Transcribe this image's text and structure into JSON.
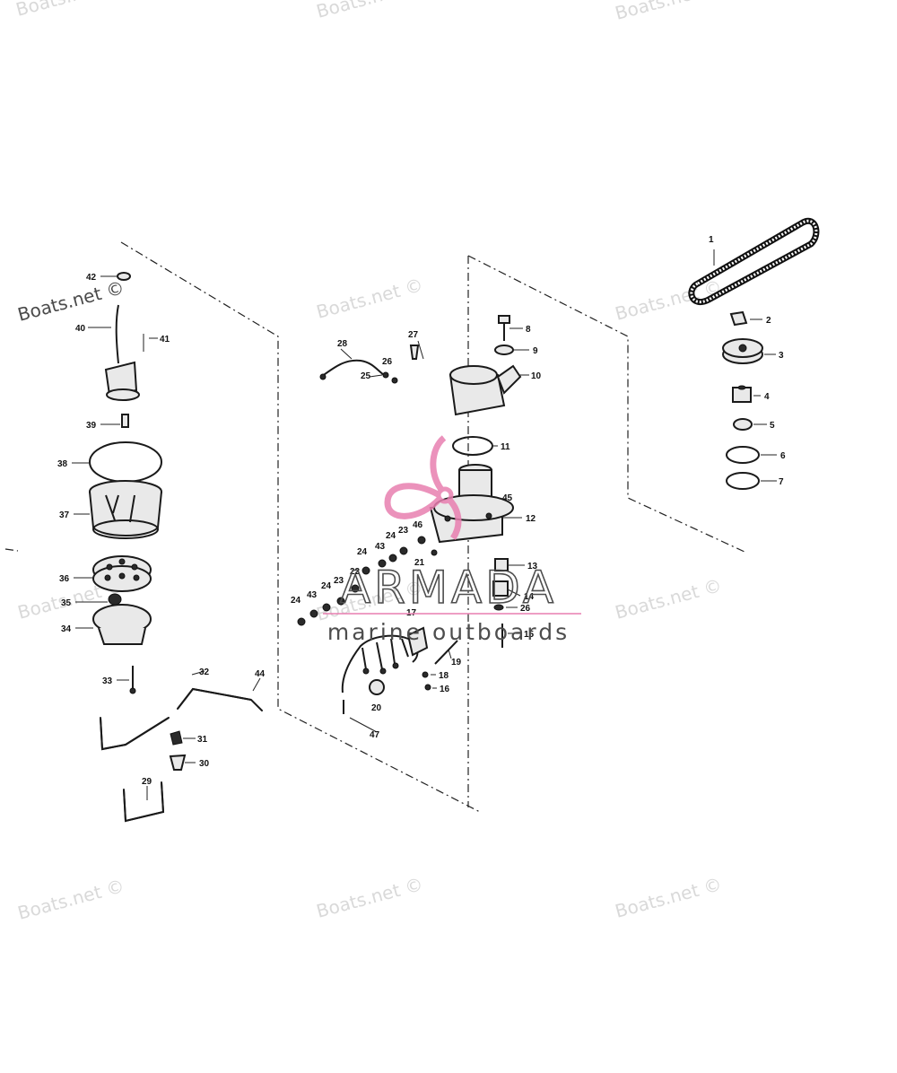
{
  "watermark": {
    "text": "Boats.net ©",
    "color": "#d9d9d9",
    "strong_color": "#4a4a4a"
  },
  "logo": {
    "brand": "ARMADA",
    "tagline": "marine outboards",
    "brand_color": "#4d4d4d",
    "accent_color": "#e87fb0"
  },
  "callouts": [
    "1",
    "2",
    "3",
    "4",
    "5",
    "6",
    "7",
    "8",
    "9",
    "10",
    "11",
    "12",
    "13",
    "14",
    "15",
    "16",
    "17",
    "18",
    "19",
    "20",
    "21",
    "22",
    "23",
    "23",
    "24",
    "24",
    "24",
    "24",
    "25",
    "26",
    "26",
    "27",
    "28",
    "29",
    "30",
    "31",
    "32",
    "33",
    "34",
    "35",
    "36",
    "37",
    "38",
    "39",
    "40",
    "41",
    "42",
    "43",
    "43",
    "44",
    "45",
    "46",
    "47"
  ]
}
